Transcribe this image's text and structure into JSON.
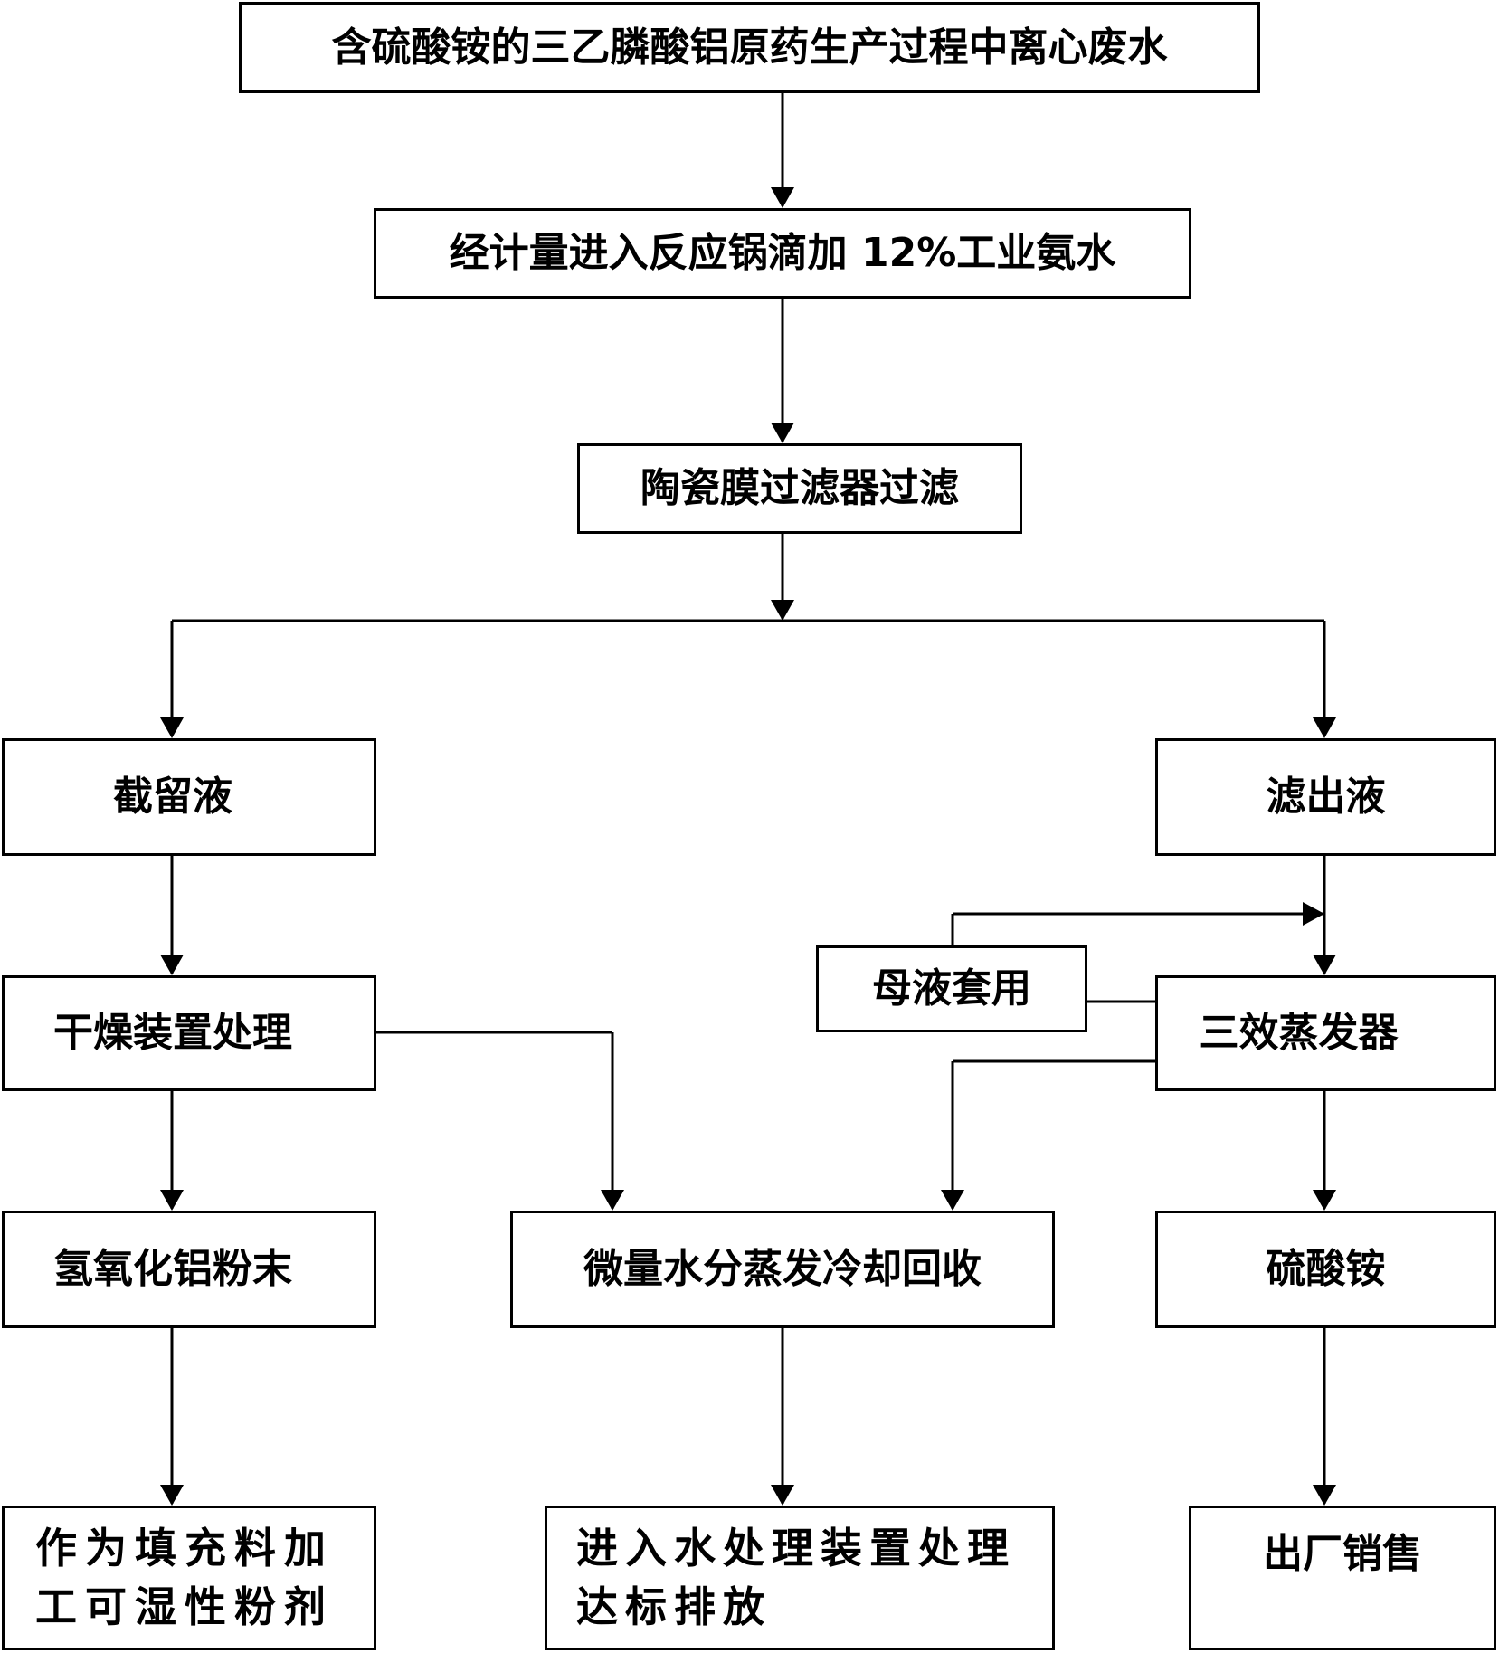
{
  "nodes": {
    "wastewater": "含硫酸铵的三乙膦酸铝原药生产过程中离心废水",
    "ammonia": "经计量进入反应锅滴加 12%工业氨水",
    "ceramic_filter": "陶瓷膜过滤器过滤",
    "retentate": "截留液",
    "filtrate": "滤出液",
    "dryer": "干燥装置处理",
    "mother_liquor": "母液套用",
    "evaporator": "三效蒸发器",
    "al_hydroxide": "氢氧化铝粉末",
    "moisture_recovery": "微量水分蒸发冷却回收",
    "ammonium_sulfate": "硫酸铵",
    "filler_line1": "作为填充料加",
    "filler_line2": "工可湿性粉剂",
    "water_treatment_line1": "进入水处理装置处理",
    "water_treatment_line2": "达标排放",
    "sale": "出厂销售"
  }
}
